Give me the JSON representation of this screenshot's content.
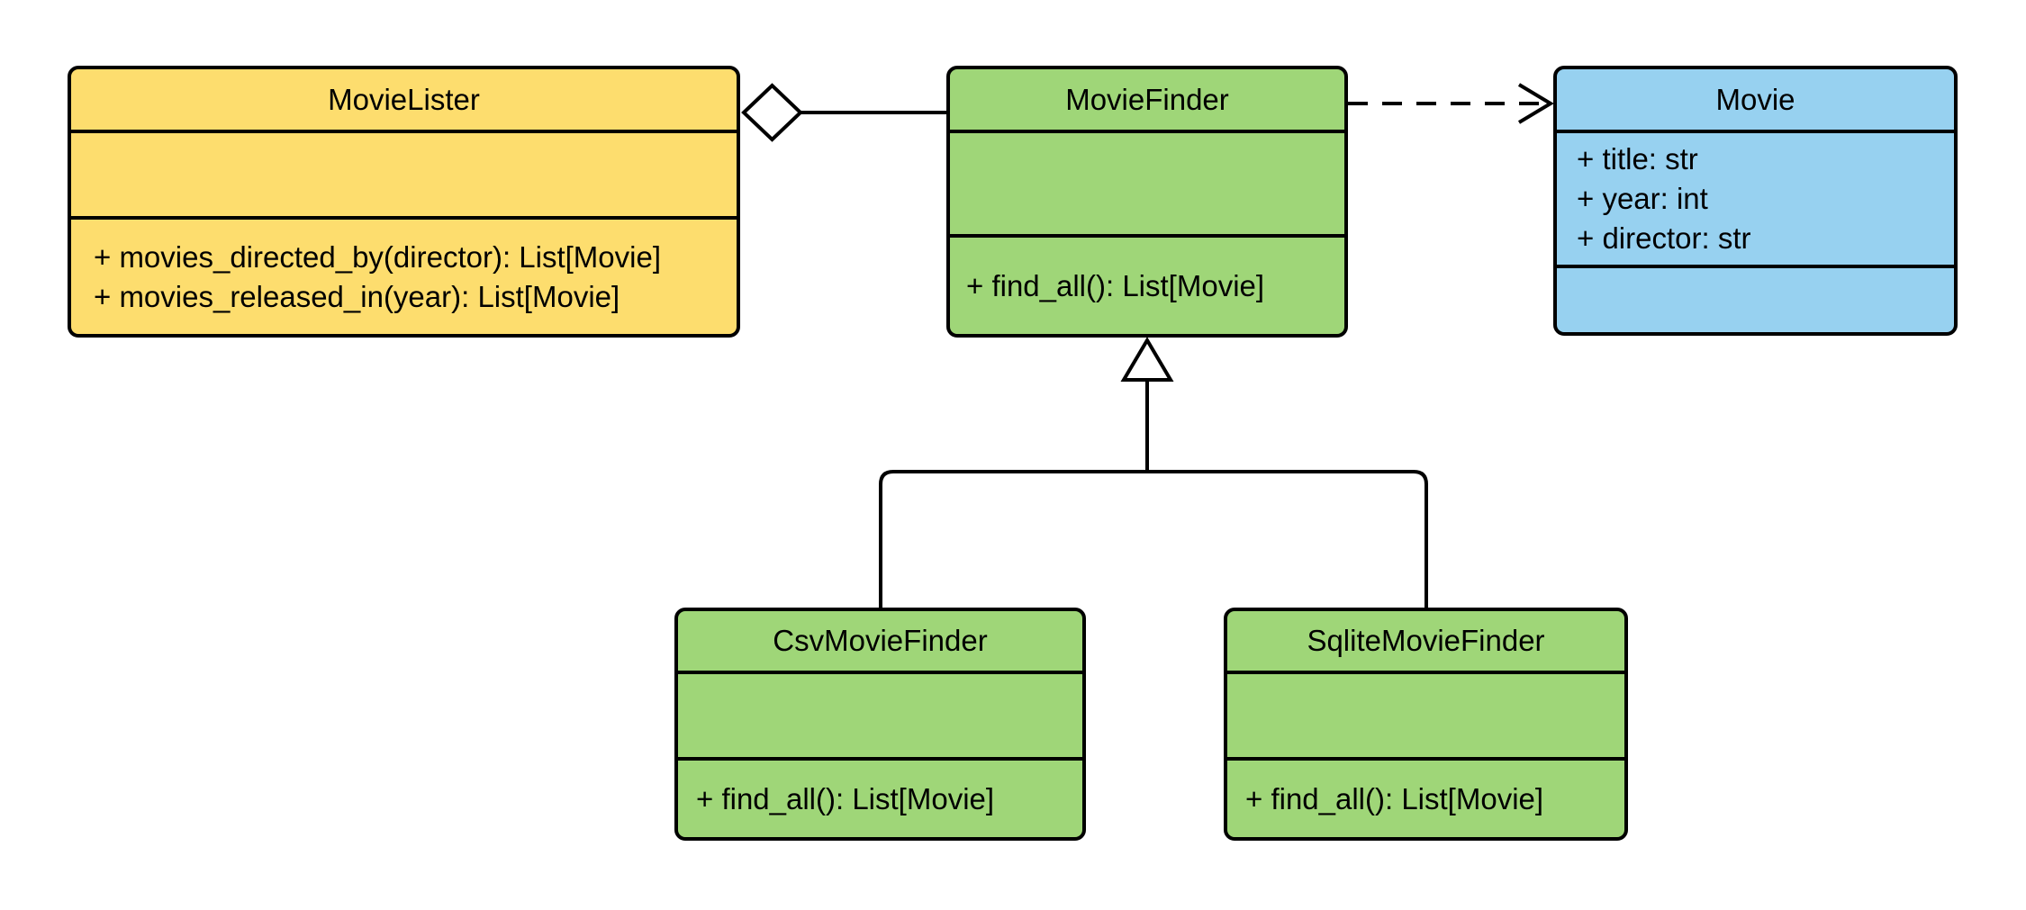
{
  "diagram": {
    "kind": "uml-class-diagram",
    "background": "#ffffff",
    "colors": {
      "lister_fill": "#FDDD6E",
      "finder_fill": "#9FD678",
      "movie_fill": "#97D1F0",
      "stroke": "#000000",
      "arrow_fill": "#ffffff"
    },
    "classes": {
      "movie_lister": {
        "name": "MovieLister",
        "attributes": [],
        "methods": [
          "+ movies_directed_by(director): List[Movie]",
          "+ movies_released_in(year): List[Movie]"
        ]
      },
      "movie_finder": {
        "name": "MovieFinder",
        "attributes": [],
        "methods": [
          "+ find_all(): List[Movie]"
        ]
      },
      "movie": {
        "name": "Movie",
        "attributes": [
          "+ title: str",
          "+ year: int",
          "+ director: str"
        ],
        "methods": []
      },
      "csv_movie_finder": {
        "name": "CsvMovieFinder",
        "attributes": [],
        "methods": [
          "+ find_all(): List[Movie]"
        ]
      },
      "sqlite_movie_finder": {
        "name": "SqliteMovieFinder",
        "attributes": [],
        "methods": [
          "+ find_all(): List[Movie]"
        ]
      }
    },
    "relationships": [
      {
        "type": "aggregation",
        "from": "MovieLister",
        "to": "MovieFinder"
      },
      {
        "type": "dependency",
        "from": "MovieFinder",
        "to": "Movie"
      },
      {
        "type": "inheritance",
        "from": "CsvMovieFinder",
        "to": "MovieFinder"
      },
      {
        "type": "inheritance",
        "from": "SqliteMovieFinder",
        "to": "MovieFinder"
      }
    ]
  }
}
